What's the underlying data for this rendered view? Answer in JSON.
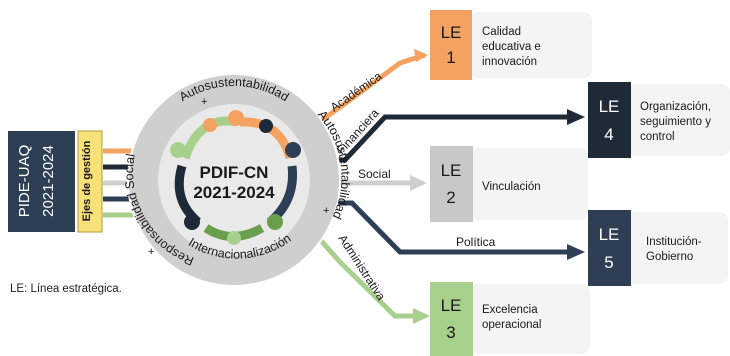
{
  "source_box": {
    "line1": "PIDE-UAQ",
    "line2": "2021-2024"
  },
  "axis_label": "Ejes de gestión",
  "center": {
    "title_line1": "PDIF-CN",
    "title_line2": "2021-2024"
  },
  "ring_words": {
    "top": "Autosustentabilidad",
    "left": "Responsabilidad Social",
    "bottom": "Internacionalización",
    "right": "Autosustentabilidad"
  },
  "branches": [
    {
      "label": "Académica",
      "color": "#f4a261"
    },
    {
      "label": "Financiera",
      "color": "#1f2a38"
    },
    {
      "label": "Social",
      "color": "#cfcfcf"
    },
    {
      "label": "Política",
      "color": "#2e3f55"
    },
    {
      "label": "Administrativa",
      "color": "#a8d08d"
    }
  ],
  "lines": [
    {
      "prefix": "LE",
      "number": "1",
      "text": [
        "Calidad",
        "educativa e",
        "innovación"
      ],
      "color": "#f4a261",
      "text_color": "#1a1a1a"
    },
    {
      "prefix": "LE",
      "number": "4",
      "text": [
        "Organización,",
        "seguimiento y",
        "control"
      ],
      "color": "#1f2a38",
      "text_color": "#ffffff"
    },
    {
      "prefix": "LE",
      "number": "2",
      "text": [
        "Vinculación"
      ],
      "color": "#c8c8c8",
      "text_color": "#1a1a1a"
    },
    {
      "prefix": "LE",
      "number": "5",
      "text": [
        "Institución-",
        "Gobierno"
      ],
      "color": "#2e3f55",
      "text_color": "#ffffff"
    },
    {
      "prefix": "LE",
      "number": "3",
      "text": [
        "Excelencia",
        "operacional"
      ],
      "color": "#a8d08d",
      "text_color": "#1a1a1a"
    }
  ],
  "footnote": "LE: Línea estratégica."
}
